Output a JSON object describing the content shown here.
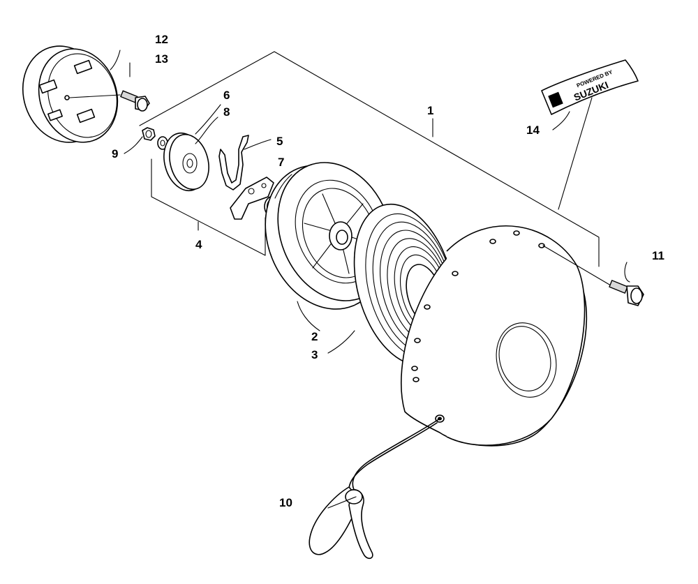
{
  "callouts": {
    "c1": "1",
    "c2": "2",
    "c3": "3",
    "c4": "4",
    "c5": "5",
    "c6": "6",
    "c7": "7",
    "c8": "8",
    "c9": "9",
    "c10": "10",
    "c11": "11",
    "c12": "12",
    "c13": "13",
    "c14": "14"
  },
  "decal": {
    "line1": "POWERED BY",
    "line2": "SUZUKI"
  },
  "colors": {
    "ink": "#000000",
    "paper": "#ffffff"
  }
}
